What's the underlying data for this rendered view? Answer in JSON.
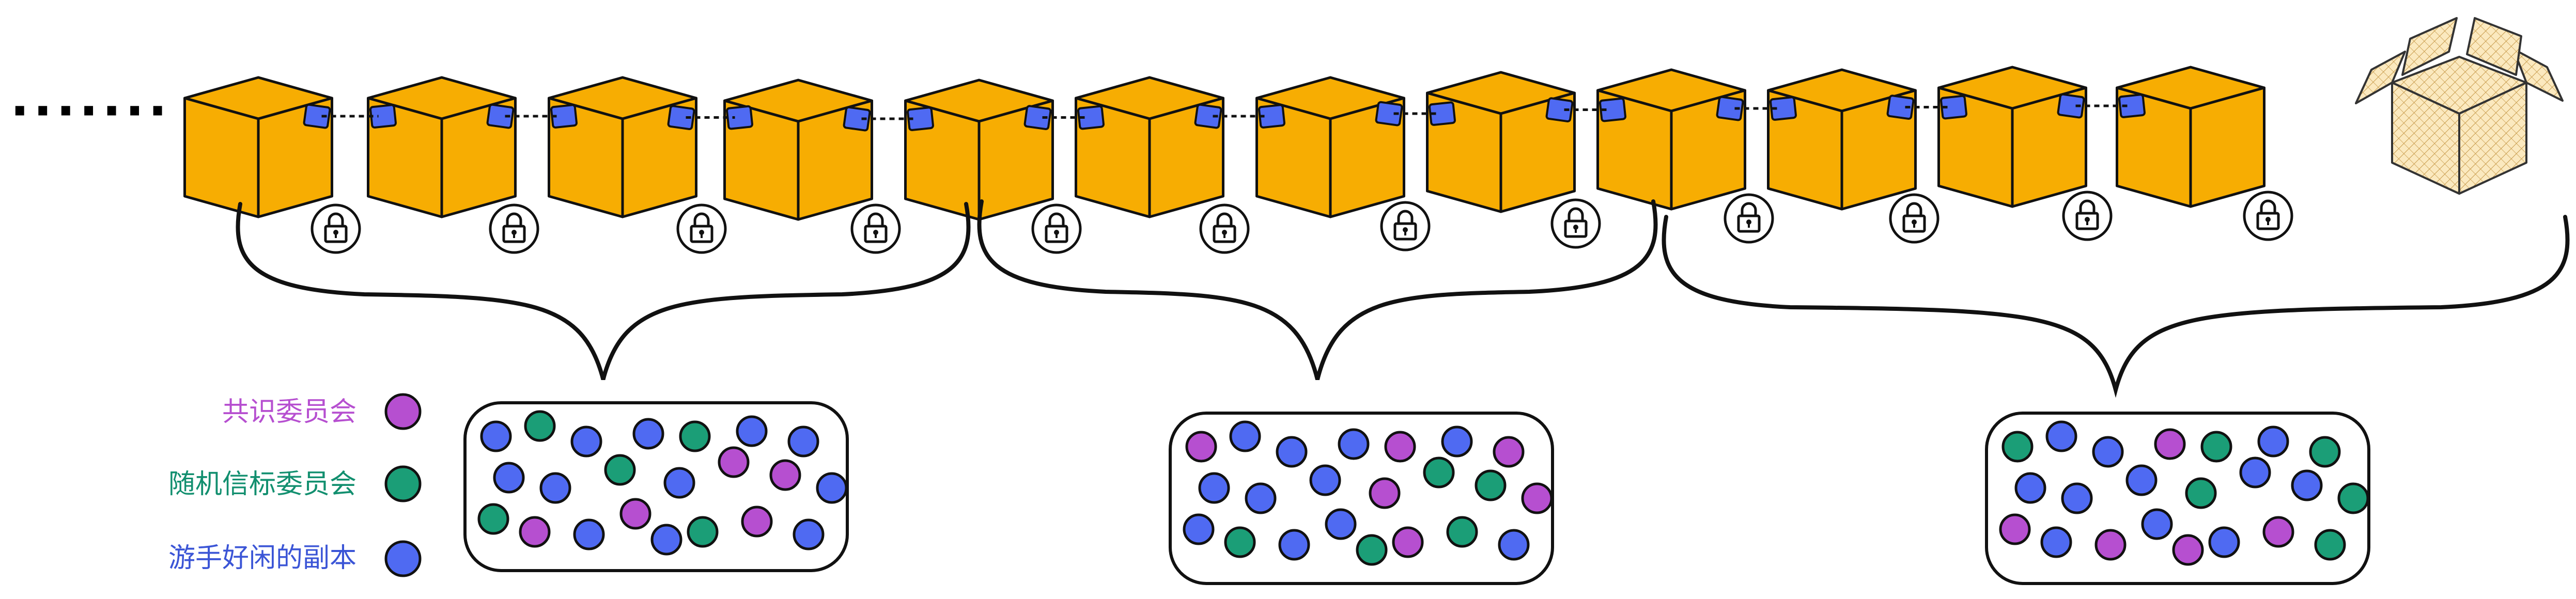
{
  "ellipsis": "·······",
  "legend": [
    {
      "label": "共识委员会",
      "color": "#b64fd0"
    },
    {
      "label": "随机信标委员会",
      "color": "#128f6f"
    },
    {
      "label": "游手好闲的副本",
      "color": "#3b55d6"
    }
  ],
  "colors": {
    "block_fill": "#f7ad02",
    "link_fill": "#4f6af2",
    "open_box_fill": "#fbe9bf",
    "purple": "#b64fd0",
    "green": "#1b9e77",
    "blue": "#4f6af2"
  },
  "chain": {
    "blocks": 12,
    "locks": 12,
    "open_blocks": 1
  },
  "groups": [
    {
      "members": [
        "blue",
        "green",
        "blue",
        "blue",
        "green",
        "blue",
        "blue",
        "blue",
        "blue",
        "green",
        "blue",
        "purple",
        "purple",
        "green",
        "purple",
        "blue",
        "purple",
        "blue",
        "green",
        "purple",
        "blue",
        "blue"
      ]
    },
    {
      "members": [
        "purple",
        "blue",
        "blue",
        "blue",
        "purple",
        "blue",
        "purple",
        "blue",
        "blue",
        "blue",
        "purple",
        "green",
        "green",
        "blue",
        "green",
        "blue",
        "blue",
        "green",
        "purple",
        "green",
        "blue",
        "purple"
      ]
    },
    {
      "members": [
        "green",
        "blue",
        "blue",
        "purple",
        "green",
        "blue",
        "green",
        "blue",
        "blue",
        "blue",
        "green",
        "blue",
        "blue",
        "purple",
        "blue",
        "purple",
        "blue",
        "purple",
        "blue",
        "purple",
        "green",
        "green"
      ]
    }
  ]
}
